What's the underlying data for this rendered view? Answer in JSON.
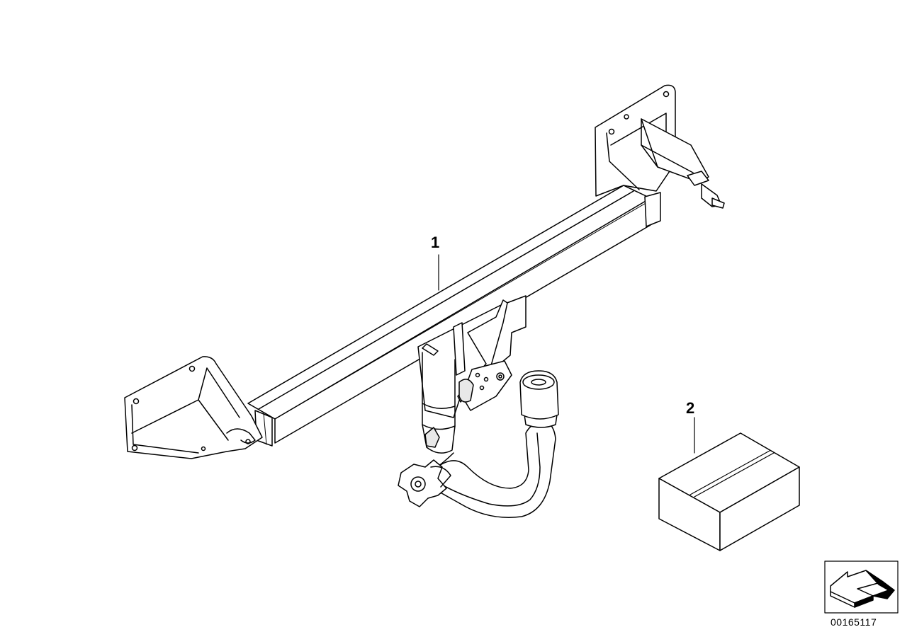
{
  "callouts": [
    {
      "label": "1"
    },
    {
      "label": "2"
    }
  ],
  "diagram_id": "00165117",
  "icons": [
    "back-arrow-icon"
  ],
  "colors": {
    "line": "#000000",
    "fill": "#ffffff",
    "shade": "#e8e8e8"
  }
}
